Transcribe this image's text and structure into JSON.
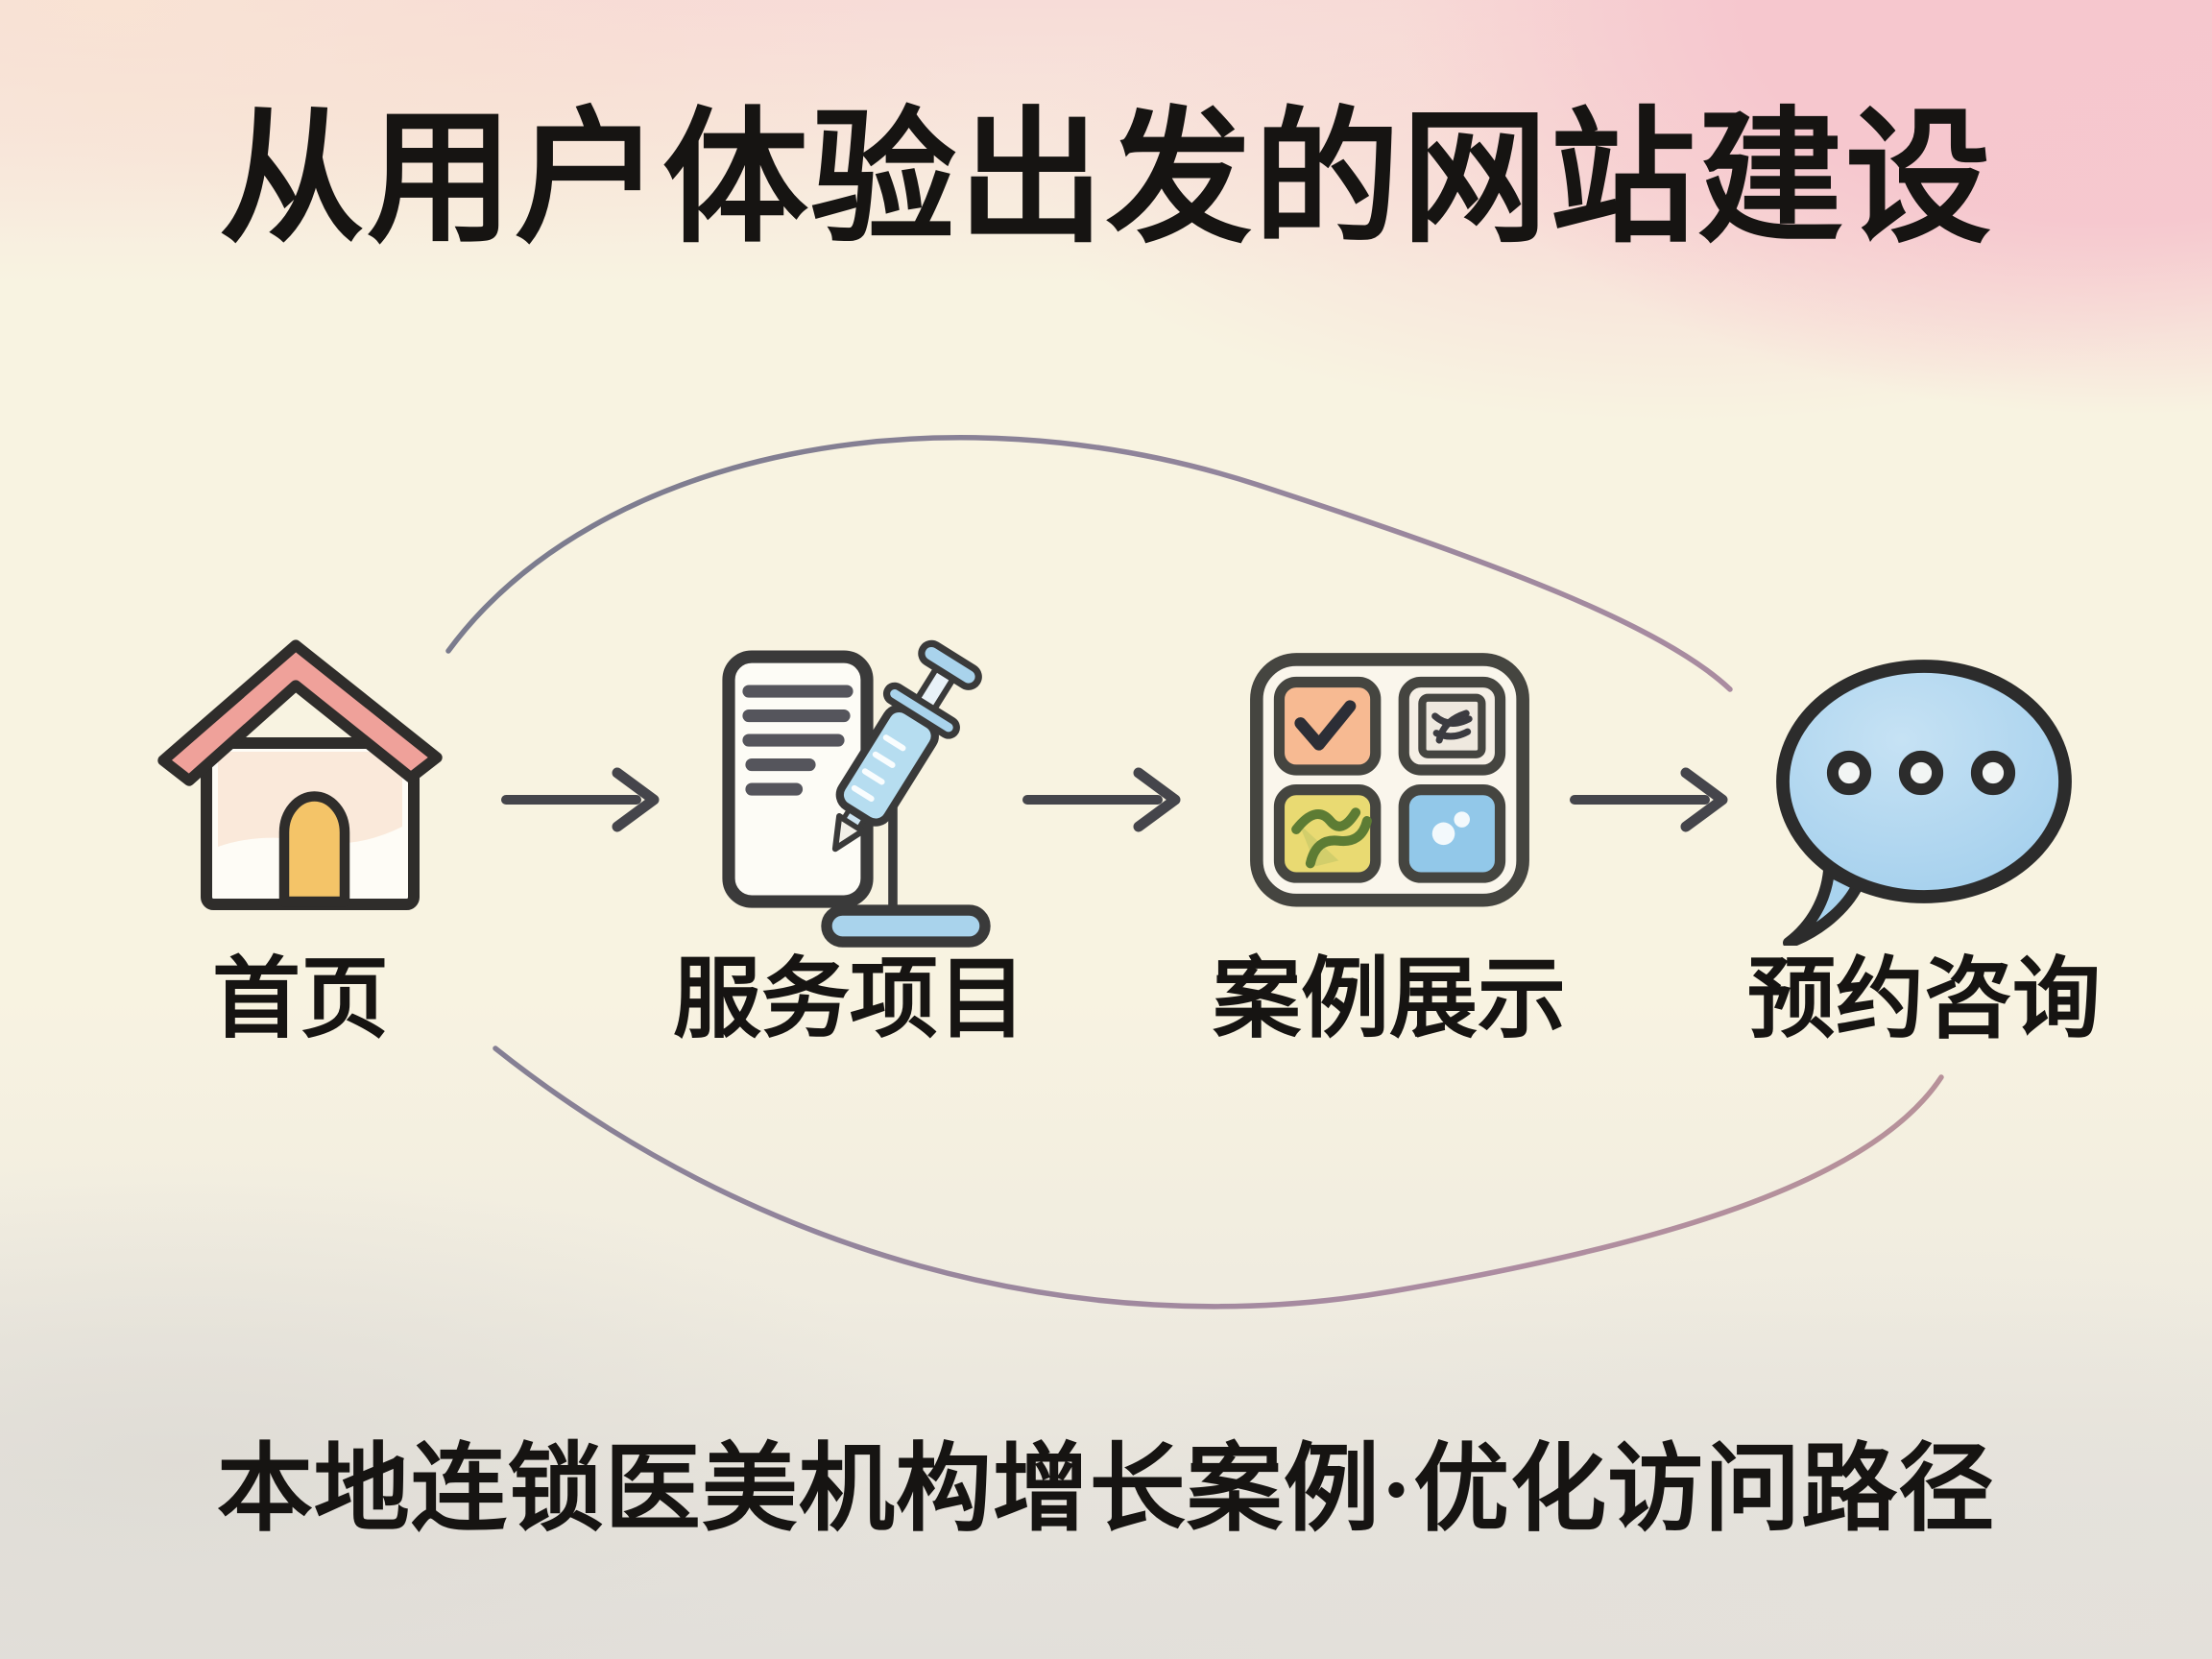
{
  "title": "从用户体验出发的网站建设",
  "flow": {
    "loop_shape": "hand-drawn-ellipse",
    "connector": "arrow-right",
    "steps": [
      {
        "label": "首页",
        "icon": "home-icon"
      },
      {
        "label": "服务项目",
        "icon": "document-syringe-icon"
      },
      {
        "label": "案例展示",
        "icon": "case-grid-icon"
      },
      {
        "label": "预约咨询",
        "icon": "chat-bubble-icon"
      }
    ]
  },
  "footer": {
    "caption": "本地连锁医美机构增长案例·优化访问路径"
  },
  "colors": {
    "title_text": "#161412",
    "arrow": "#45454b",
    "outline": "#2f2d2b",
    "loop_gradient_start": "#6f7386",
    "loop_gradient_end": "#b98f92",
    "house_roof": "#efa19a",
    "house_wash": "#f8e2cf",
    "house_door": "#f4c468",
    "syringe_blue": "#b6ddf0",
    "stand_blue": "#a9d3ec",
    "tile_orange": "#f7ba92",
    "tile_yellow": "#e9da72",
    "tile_blue": "#92c8e9",
    "tile_white": "#f5efe5",
    "bubble_blue": "#a9d3ee",
    "bg_cream": "#f8f3e1",
    "bg_pink": "#f6c6cd",
    "bg_gray": "#e2dfda"
  }
}
